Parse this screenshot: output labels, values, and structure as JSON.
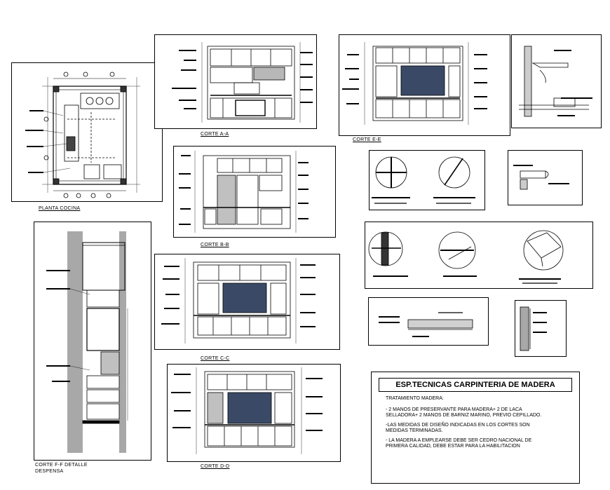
{
  "labels": {
    "planta": "PLANTA  COCINA",
    "corte_aa": "CORTE A-A",
    "corte_bb": "CORTE B-B",
    "corte_cc": "CORTE C-C",
    "corte_dd": "CORTE D-D",
    "corte_ee": "CORTE E-E",
    "corte_ff_1": "CORTE  F-F DETALLE",
    "corte_ff_2": "DESPENSA"
  },
  "specs": {
    "title": "ESP.TECNICAS CARPINTERIA DE MADERA",
    "heading": "TRATAMIENTO MADERA:",
    "item1_line1": "- 2 MANOS DE PRESERVANTE PARA MADERA+ 2 DE LACA",
    "item1_line2": "SELLADORA+ 2 MANOS DE BARNIZ MARINO, PREVIO CEPILLADO.",
    "item2_line1": "-LAS MEDIDAS DE DISEÑO INDICADAS EN LOS CORTES SON",
    "item2_line2": "MEDIDAS TERMINADAS.",
    "item3_line1": "- LA MADERA A EMPLEARSE DEBE SER CEDRO NACIONAL DE",
    "item3_line2": "PRIMERA CALIDAD, DEBE ESTAR PARA LA HABILITACION"
  },
  "colors": {
    "glass": "#3a4a66",
    "wall_fill": "#a8a8a8",
    "line": "#000000"
  }
}
